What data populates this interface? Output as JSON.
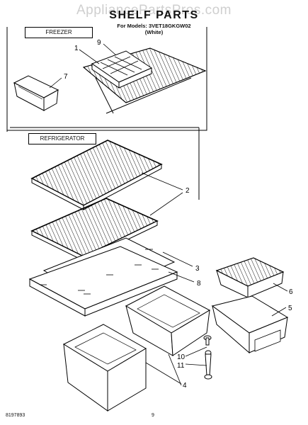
{
  "watermark": "AppliancePartsPros.com",
  "header": {
    "title": "SHELF PARTS",
    "models_line1": "For Models: 3VET18GKGW02",
    "models_line2": "(White)"
  },
  "sections": {
    "freezer": "FREEZER",
    "refrigerator": "REFRIGERATOR"
  },
  "callouts": {
    "c1": "1",
    "c9": "9",
    "c7": "7",
    "c2": "2",
    "c3": "3",
    "c8": "8",
    "c6": "6",
    "c5": "5",
    "c10": "10",
    "c11": "11",
    "c4": "4"
  },
  "footer": {
    "doc_number": "8197893",
    "page_number": "9"
  }
}
